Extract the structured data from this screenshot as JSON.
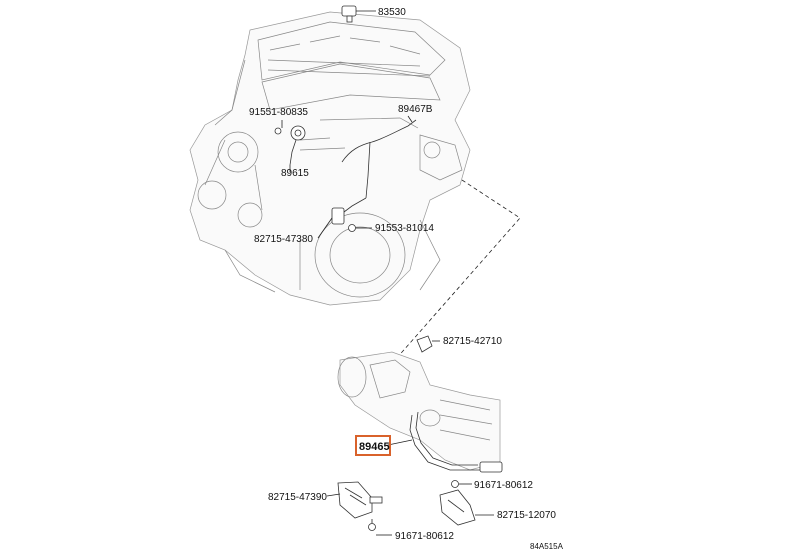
{
  "diagram": {
    "labels": {
      "p83530": "83530",
      "p91551": "91551-80835",
      "p89467B": "89467B",
      "p89615": "89615",
      "p91553": "91553-81014",
      "p82715_47380": "82715-47380",
      "p82715_42710": "82715-42710",
      "p89465": "89465",
      "p91671_a": "91671-80612",
      "p82715_47390": "82715-47390",
      "p82715_12070": "82715-12070",
      "p91671_b": "91671-80612",
      "figure_code": "84A515A"
    },
    "highlight_color": "#d9622b"
  }
}
